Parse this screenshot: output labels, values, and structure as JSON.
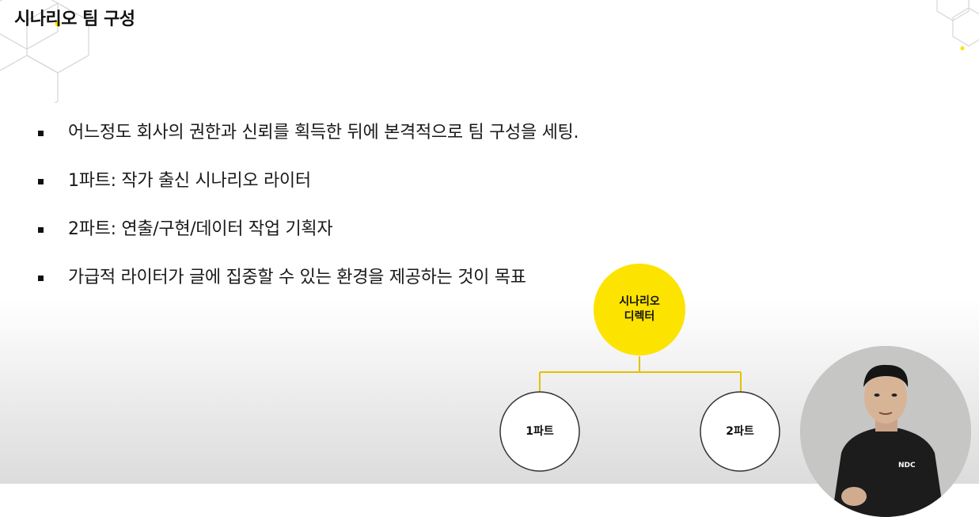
{
  "slide": {
    "title": "시나리오 팀 구성",
    "bullets": [
      "어느정도 회사의 권한과 신뢰를 획득한 뒤에 본격적으로 팀 구성을 세팅.",
      "1파트: 작가 출신 시나리오 라이터",
      "2파트: 연출/구현/데이터 작업 기획자",
      "가급적 라이터가 글에 집중할 수 있는 환경을 제공하는 것이 목표"
    ]
  },
  "org_chart": {
    "root": {
      "line1": "시나리오",
      "line2": "디렉터"
    },
    "children": [
      "1파트",
      "2파트"
    ]
  },
  "presenter_badge": "NDC",
  "colors": {
    "accent_yellow": "#fce300",
    "connector": "#e2c200",
    "circle_stroke": "#333333"
  }
}
